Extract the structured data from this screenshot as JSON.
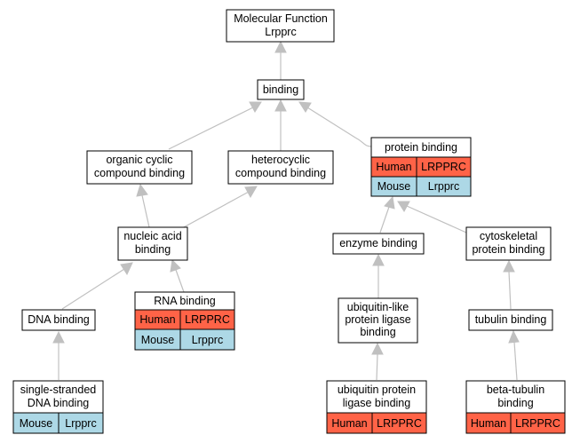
{
  "colors": {
    "human": "#ff6347",
    "mouse": "#add8e6",
    "edge": "#c0c0c0",
    "border": "#000000"
  },
  "nodes": {
    "root": {
      "line1": "Molecular Function",
      "line2": "Lrpprc"
    },
    "binding": {
      "label": "binding"
    },
    "organic_cyclic": {
      "line1": "organic cyclic",
      "line2": "compound binding"
    },
    "heterocyclic": {
      "line1": "heterocyclic",
      "line2": "compound binding"
    },
    "protein_binding": {
      "label": "protein binding",
      "human_label": "Human",
      "human_gene": "LRPPRC",
      "mouse_label": "Mouse",
      "mouse_gene": "Lrpprc"
    },
    "nucleic_acid": {
      "line1": "nucleic acid",
      "line2": "binding"
    },
    "enzyme_binding": {
      "label": "enzyme binding"
    },
    "cytoskeletal": {
      "line1": "cytoskeletal",
      "line2": "protein binding"
    },
    "rna_binding": {
      "label": "RNA binding",
      "human_label": "Human",
      "human_gene": "LRPPRC",
      "mouse_label": "Mouse",
      "mouse_gene": "Lrpprc"
    },
    "dna_binding": {
      "label": "DNA binding"
    },
    "ubl_ligase": {
      "line1": "ubiquitin-like",
      "line2": "protein ligase",
      "line3": "binding"
    },
    "tubulin_binding": {
      "label": "tubulin binding"
    },
    "ssdna": {
      "line1": "single-stranded",
      "line2": "DNA binding",
      "mouse_label": "Mouse",
      "mouse_gene": "Lrpprc"
    },
    "ub_ligase": {
      "line1": "ubiquitin protein",
      "line2": "ligase binding",
      "human_label": "Human",
      "human_gene": "LRPPRC"
    },
    "beta_tubulin": {
      "line1": "beta-tubulin",
      "line2": "binding",
      "human_label": "Human",
      "human_gene": "LRPPRC"
    }
  }
}
